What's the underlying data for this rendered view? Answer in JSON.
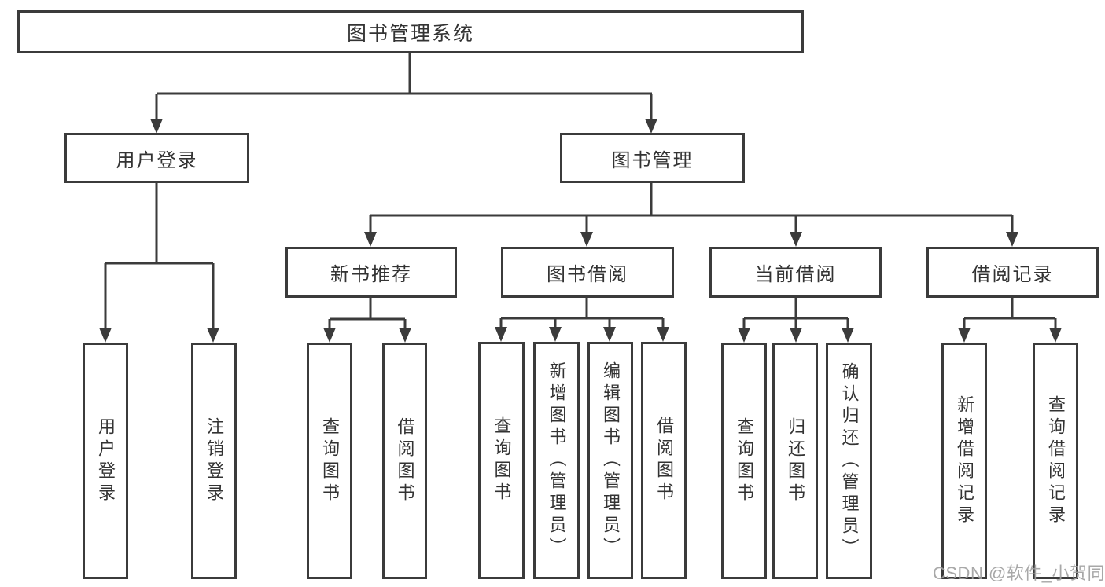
{
  "diagram": {
    "root": {
      "label": "图书管理系统"
    },
    "branches": {
      "user_login": {
        "label": "用户登录",
        "children": {
          "login": "用户登录",
          "logout": "注销登录"
        }
      },
      "book_management": {
        "label": "图书管理",
        "children": {
          "new_books": {
            "label": "新书推荐",
            "children": {
              "query": "查询图书",
              "borrow": "借阅图书"
            }
          },
          "book_borrowing": {
            "label": "图书借阅",
            "children": {
              "query": "查询图书",
              "add": "新增图书（管理员）",
              "edit": "编辑图书（管理员）",
              "borrow": "借阅图书"
            }
          },
          "current_borrowing": {
            "label": "当前借阅",
            "children": {
              "query": "查询图书",
              "return": "归还图书",
              "confirm": "确认归还（管理员）"
            }
          },
          "borrowing_records": {
            "label": "借阅记录",
            "children": {
              "add": "新增借阅记录",
              "query": "查询借阅记录"
            }
          }
        }
      }
    },
    "watermark": "CSDN @软件_小贺同学",
    "colors": {
      "line": "#3b3b3b",
      "text": "#333333",
      "watermark": "#9e9e9e",
      "background": "#ffffff"
    }
  }
}
